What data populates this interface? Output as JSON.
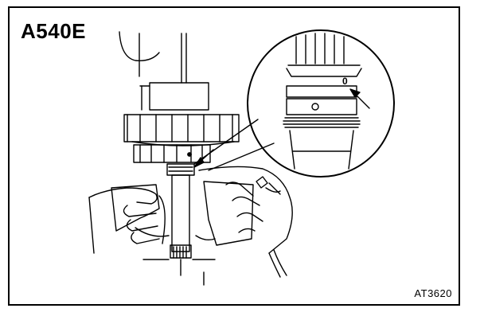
{
  "figure": {
    "model_label": "A540E",
    "figure_code": "AT3620",
    "detail_mark": "0"
  }
}
